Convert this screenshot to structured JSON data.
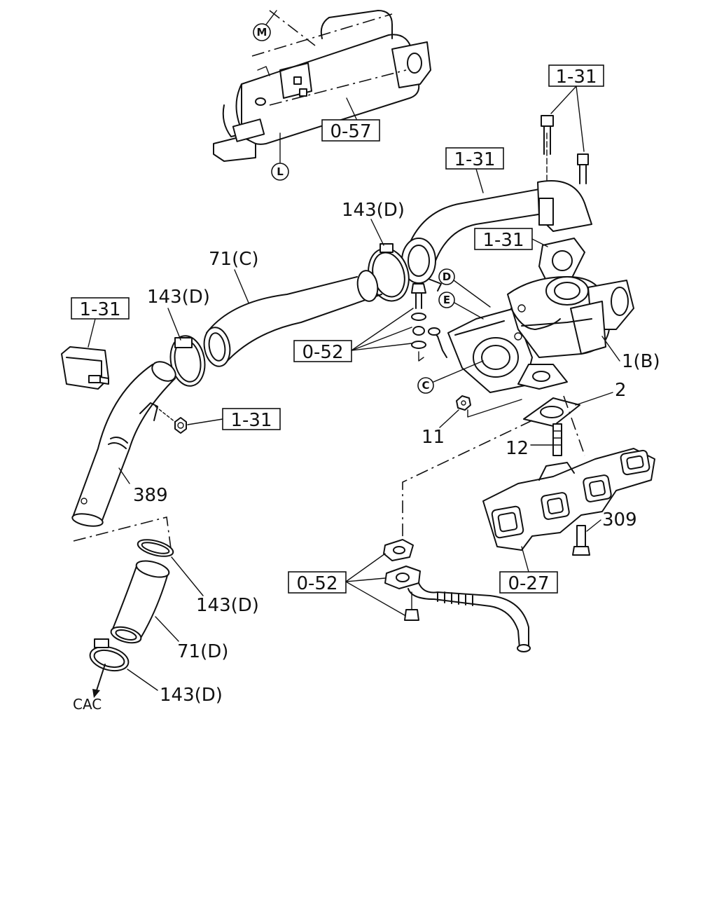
{
  "callouts": {
    "ref_0_57": "0-57",
    "ref_1_31_top": "1-31",
    "ref_1_31_pipe": "1-31",
    "ref_1_31_gasket": "1-31",
    "ref_1_31_left": "1-31",
    "ref_1_31_nut": "1-31",
    "ref_0_52_upper": "0-52",
    "ref_0_52_lower": "0-52",
    "ref_0_27": "0-27",
    "part_143d_top": "143(D)",
    "part_143d_left": "143(D)",
    "part_143d_lower1": "143(D)",
    "part_143d_lower2": "143(D)",
    "part_71c": "71(C)",
    "part_71d": "71(D)",
    "part_1b": "1(B)",
    "part_2": "2",
    "part_11": "11",
    "part_12": "12",
    "part_309": "309",
    "part_389": "389",
    "arrow_cac": "CAC"
  },
  "markers": {
    "m": "M",
    "l": "L",
    "d": "D",
    "e": "E",
    "c": "C"
  }
}
